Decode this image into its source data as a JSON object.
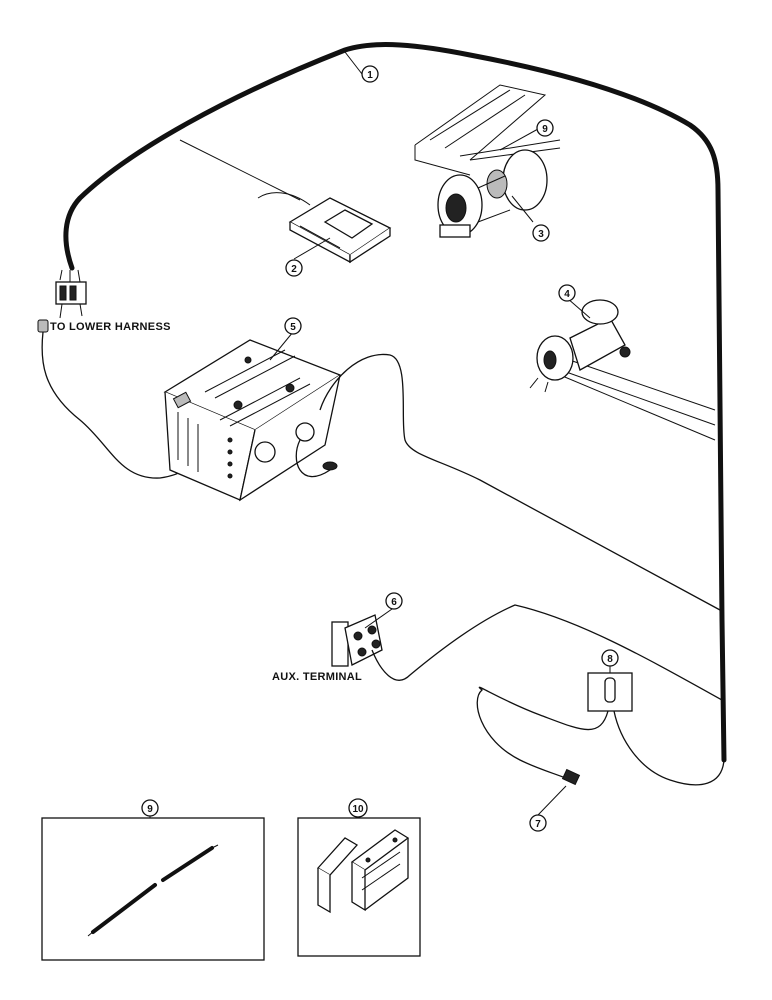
{
  "labels": {
    "to_lower_harness": "TO LOWER HARNESS",
    "aux_terminal": "AUX. TERMINAL"
  },
  "callouts": [
    {
      "id": "1",
      "text": "1"
    },
    {
      "id": "2",
      "text": "2"
    },
    {
      "id": "3",
      "text": "3"
    },
    {
      "id": "4",
      "text": "4"
    },
    {
      "id": "5",
      "text": "5"
    },
    {
      "id": "6",
      "text": "6"
    },
    {
      "id": "7",
      "text": "7"
    },
    {
      "id": "8",
      "text": "8"
    },
    {
      "id": "9a",
      "text": "9"
    },
    {
      "id": "9b",
      "text": "9"
    },
    {
      "id": "10",
      "text": "10"
    }
  ]
}
